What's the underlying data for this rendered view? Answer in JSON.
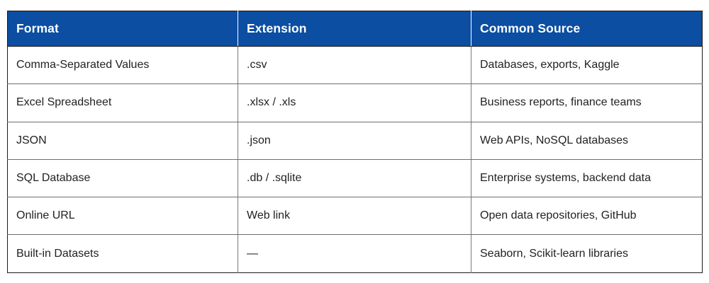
{
  "table": {
    "columns": [
      "Format",
      "Extension",
      "Common Source"
    ],
    "rows": [
      {
        "format": "Comma-Separated Values",
        "extension": ".csv",
        "source": "Databases, exports, Kaggle"
      },
      {
        "format": "Excel Spreadsheet",
        "extension": ".xlsx / .xls",
        "source": "Business reports, finance teams"
      },
      {
        "format": "JSON",
        "extension": ".json",
        "source": "Web APIs, NoSQL databases"
      },
      {
        "format": "SQL Database",
        "extension": ".db / .sqlite",
        "source": "Enterprise systems, backend data"
      },
      {
        "format": "Online URL",
        "extension": "Web link",
        "source": "Open data repositories, GitHub"
      },
      {
        "format": "Built-in Datasets",
        "extension": "—",
        "source": "Seaborn, Scikit-learn libraries"
      }
    ]
  },
  "colors": {
    "header_background": "#0b4ea2",
    "header_text": "#ffffff",
    "body_text": "#222222",
    "outer_border": "#1b1b1b",
    "inner_border": "#6e6e6e",
    "page_background": "#ffffff"
  }
}
